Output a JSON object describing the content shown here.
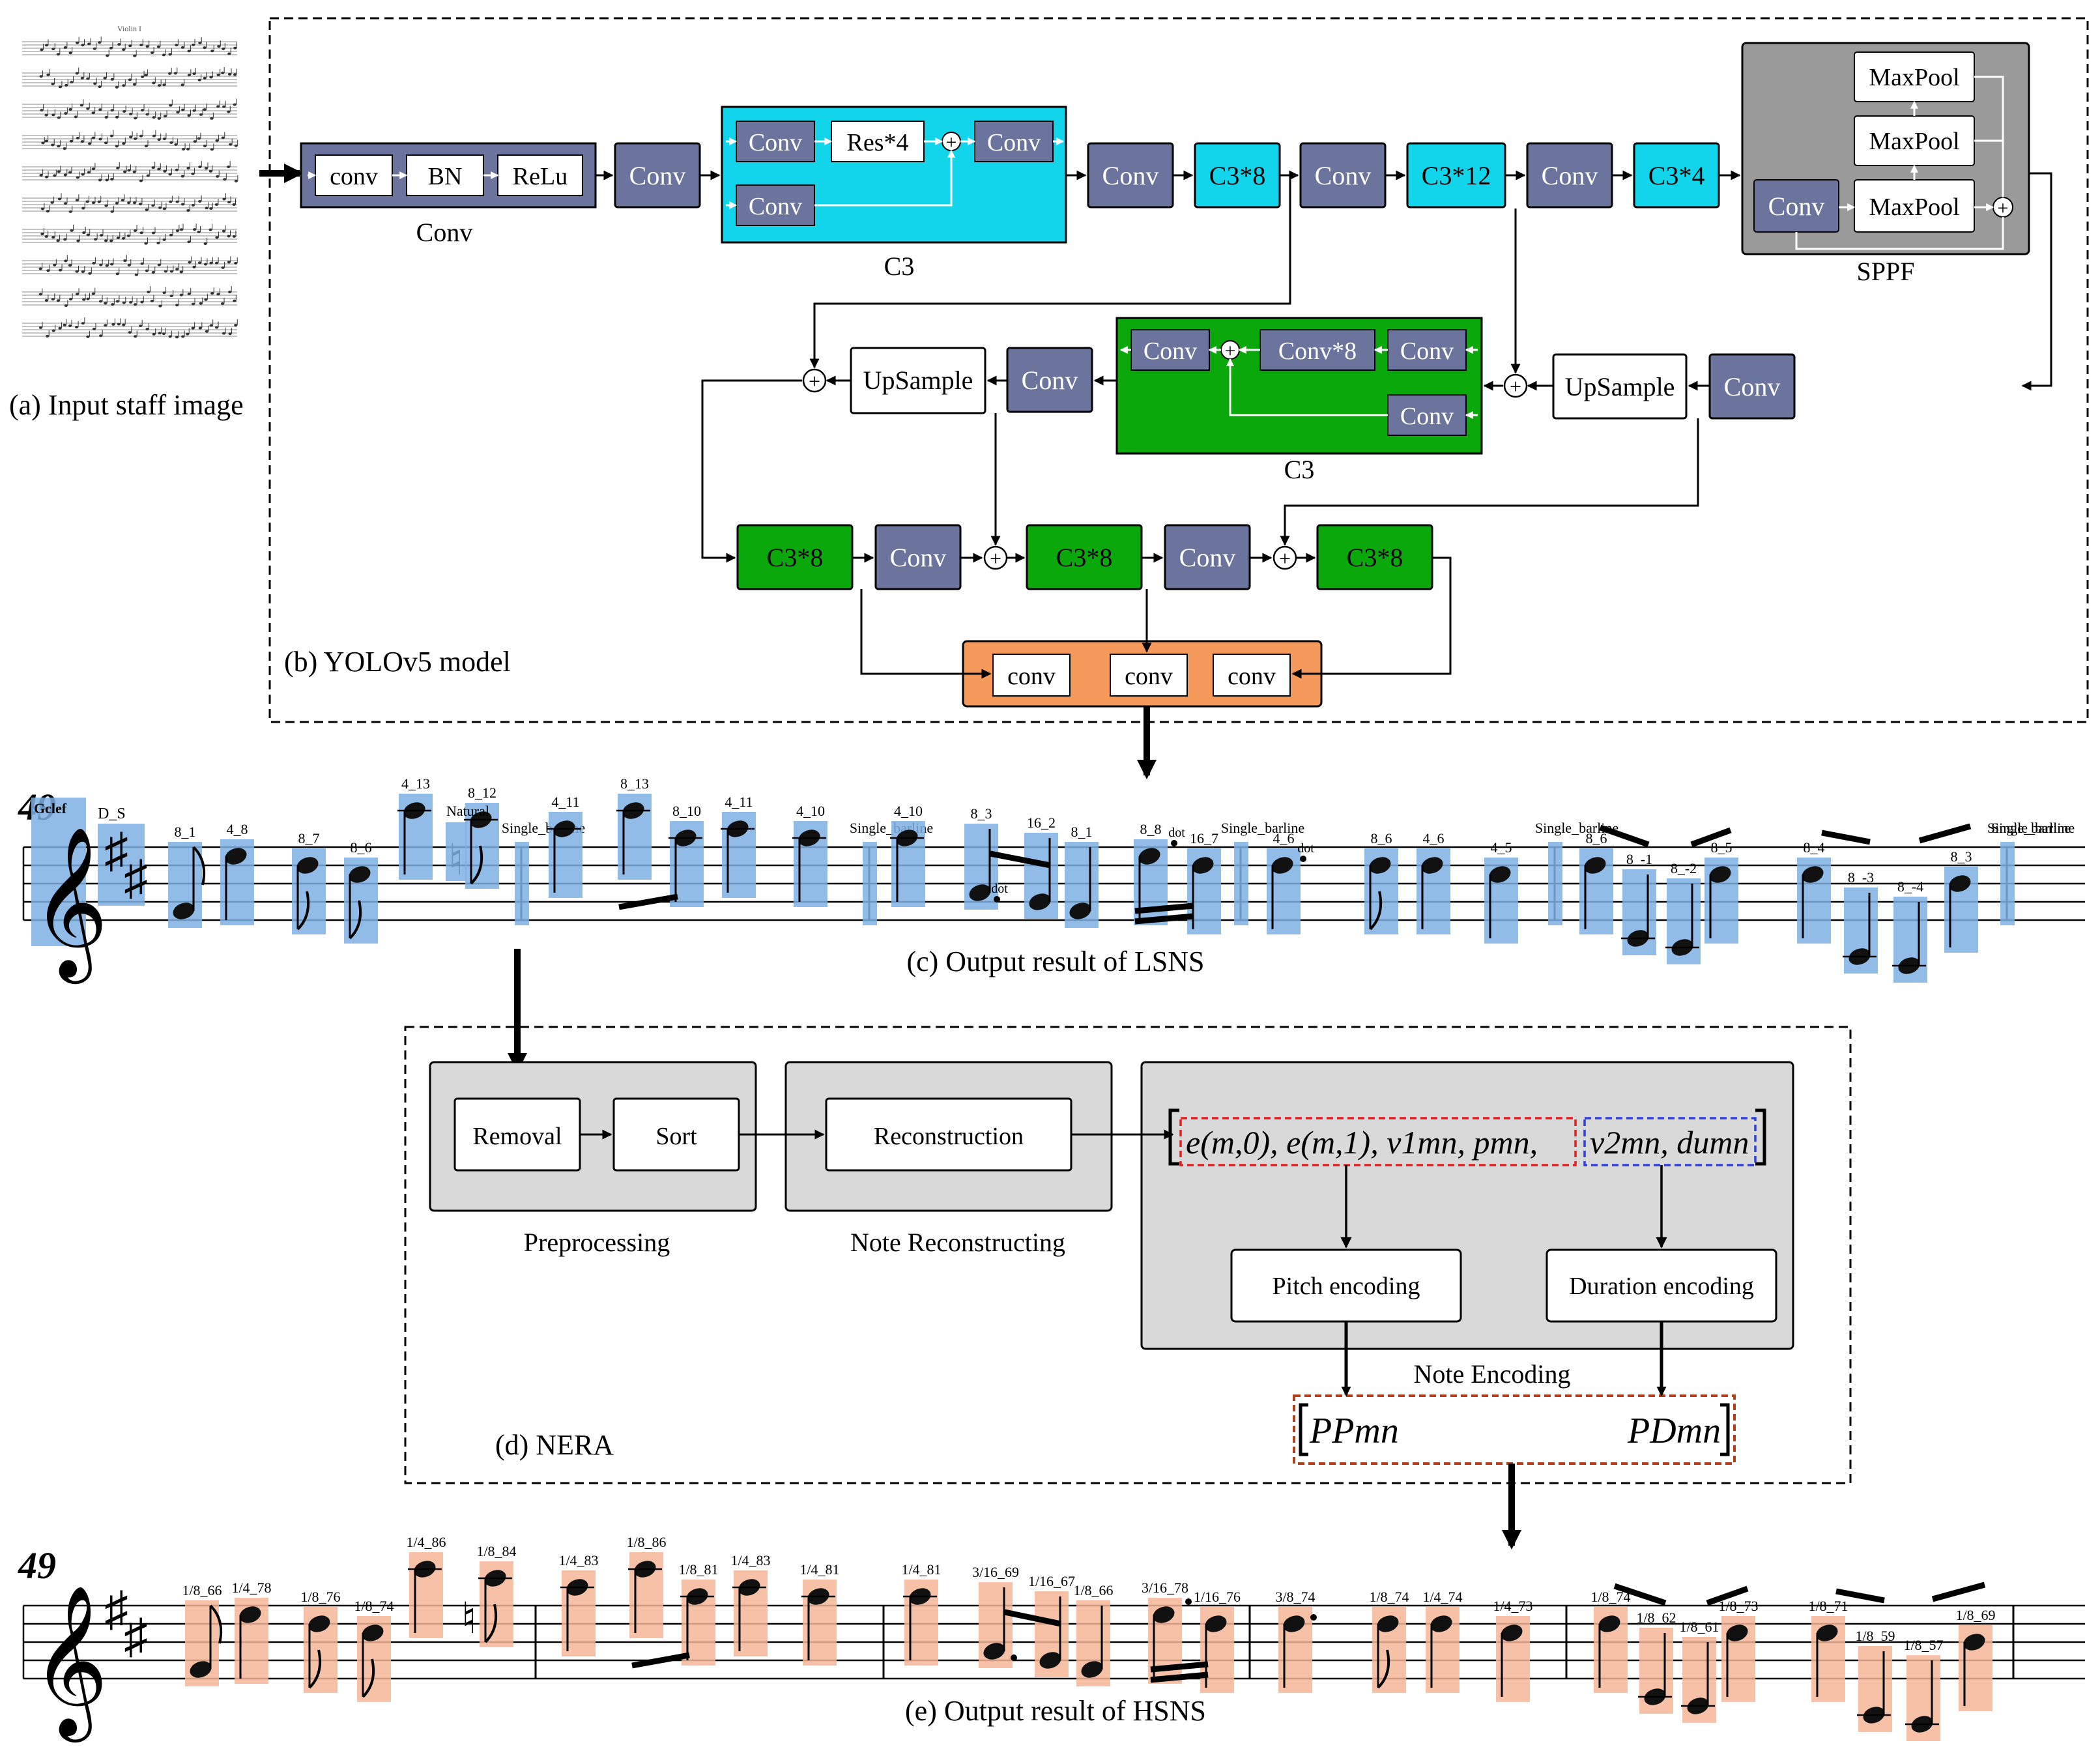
{
  "input_panel": {
    "caption": "(a) Input staff image",
    "thumb_title": "Violin I"
  },
  "yolo": {
    "caption": "(b) YOLOv5 model",
    "conv_group": {
      "label": "Conv",
      "items": [
        "conv",
        "BN",
        "ReLu"
      ]
    },
    "conv_label": "Conv",
    "c3_top": {
      "label": "C3",
      "res": "Res*4"
    },
    "c3x8": "C3*8",
    "c3x12": "C3*12",
    "c3x4": "C3*4",
    "sppf": {
      "label": "SPPF",
      "maxpool": "MaxPool"
    },
    "upsample": "UpSample",
    "c3_mid": {
      "label": "C3",
      "convx8": "Conv*8"
    },
    "head_conv": "conv"
  },
  "lsns": {
    "caption": "(c) Output result of LSNS",
    "measure": "49",
    "labels": {
      "gclef": "Gclef",
      "ds": "D_S",
      "natural": "Natural",
      "dot": "dot",
      "barline": "Single_barline",
      "n1": "8_1",
      "n2": "4_8",
      "n3": "8_7",
      "n4": "8_6",
      "n5": "4_13",
      "n6": "8_12",
      "n7": "4_11",
      "n8": "8_13",
      "n9": "8_10",
      "n10": "4_11",
      "n11": "4_10",
      "n12": "4_10",
      "n13": "8_3",
      "n14": "16_2",
      "n15": "8_1",
      "n16": "8_8",
      "n17": "16_7",
      "n18": "4_6",
      "n19": "8_6",
      "n20": "4_6",
      "n21": "4_5",
      "n22": "8_6",
      "n23": "8_-1",
      "n24": "8_-2",
      "n25": "8_5",
      "n26": "8_4",
      "n27": "8_-3",
      "n28": "8_-4",
      "n29": "8_3"
    }
  },
  "nera": {
    "caption": "(d) NERA",
    "removal": "Removal",
    "sort": "Sort",
    "preprocessing": "Preprocessing",
    "reconstruction": "Reconstruction",
    "note_reconstructing": "Note Reconstructing",
    "pitch_encoding": "Pitch encoding",
    "duration_encoding": "Duration encoding",
    "note_encoding": "Note Encoding",
    "formula_pitch": "e(m,0), e(m,1), v1mn, pmn",
    "formula_duration": "v2mn, dumn",
    "output_pp": "PPmn",
    "output_pd": "PDmn"
  },
  "hsns": {
    "caption": "(e) Output result of HSNS",
    "measure": "49",
    "labels": {
      "h1": "1/8_66",
      "h2": "1/4_78",
      "h3": "1/8_76",
      "h4": "1/8_74",
      "h5": "1/4_86",
      "h6": "1/8_84",
      "h7": "1/4_83",
      "h8": "1/8_86",
      "h9": "1/8_81",
      "h10": "1/4_83",
      "h11": "1/4_81",
      "h12": "1/4_81",
      "h13": "3/16_69",
      "h14": "1/16_67",
      "h15": "1/8_66",
      "h16": "3/16_78",
      "h17": "1/16_76",
      "h18": "3/8_74",
      "h19": "1/8_74",
      "h20": "1/4_74",
      "h21": "1/4_73",
      "h22": "1/8_74",
      "h23": "1/8_62",
      "h24": "1/8_61",
      "h25": "1/8_73",
      "h26": "1/8_71",
      "h27": "1/8_59",
      "h28": "1/8_57",
      "h29": "1/8_69"
    }
  },
  "colors": {
    "conv_block": "#6b749c",
    "c3_cyan": "#12d4ea",
    "c3_green": "#0aa80a",
    "head_orange": "#f59a5a",
    "sppf_gray": "#9a9a9a",
    "panel_gray": "#d9d9d9",
    "lsns_box": "#7fb0e4",
    "hsns_box": "#f4b698",
    "note_fill": "#111111",
    "pitch_dash": "#e02020",
    "duration_dash": "#2f3fe0",
    "output_dash": "#b0401a"
  }
}
